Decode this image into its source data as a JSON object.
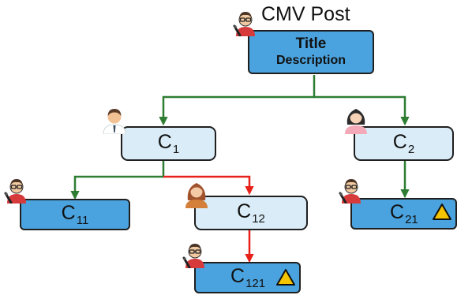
{
  "post": {
    "header": "CMV Post",
    "title": "Title",
    "description": "Description"
  },
  "nodes": {
    "c1": {
      "base": "C",
      "sub": "1"
    },
    "c2": {
      "base": "C",
      "sub": "2"
    },
    "c11": {
      "base": "C",
      "sub": "11"
    },
    "c12": {
      "base": "C",
      "sub": "12"
    },
    "c21": {
      "base": "C",
      "sub": "21"
    },
    "c121": {
      "base": "C",
      "sub": "121"
    }
  },
  "icons": {
    "author": "author-with-pen-icon",
    "male_user": "male-user-icon",
    "female_user_1": "female-user-icon",
    "female_user_2": "female-user-icon",
    "warning": "warning-triangle-icon"
  },
  "colors": {
    "node_blue": "#4aa3df",
    "node_light": "#d9ecf7",
    "edge_green": "#2e7d32",
    "edge_red": "#e8201a",
    "warning_fill": "#f5c400"
  }
}
